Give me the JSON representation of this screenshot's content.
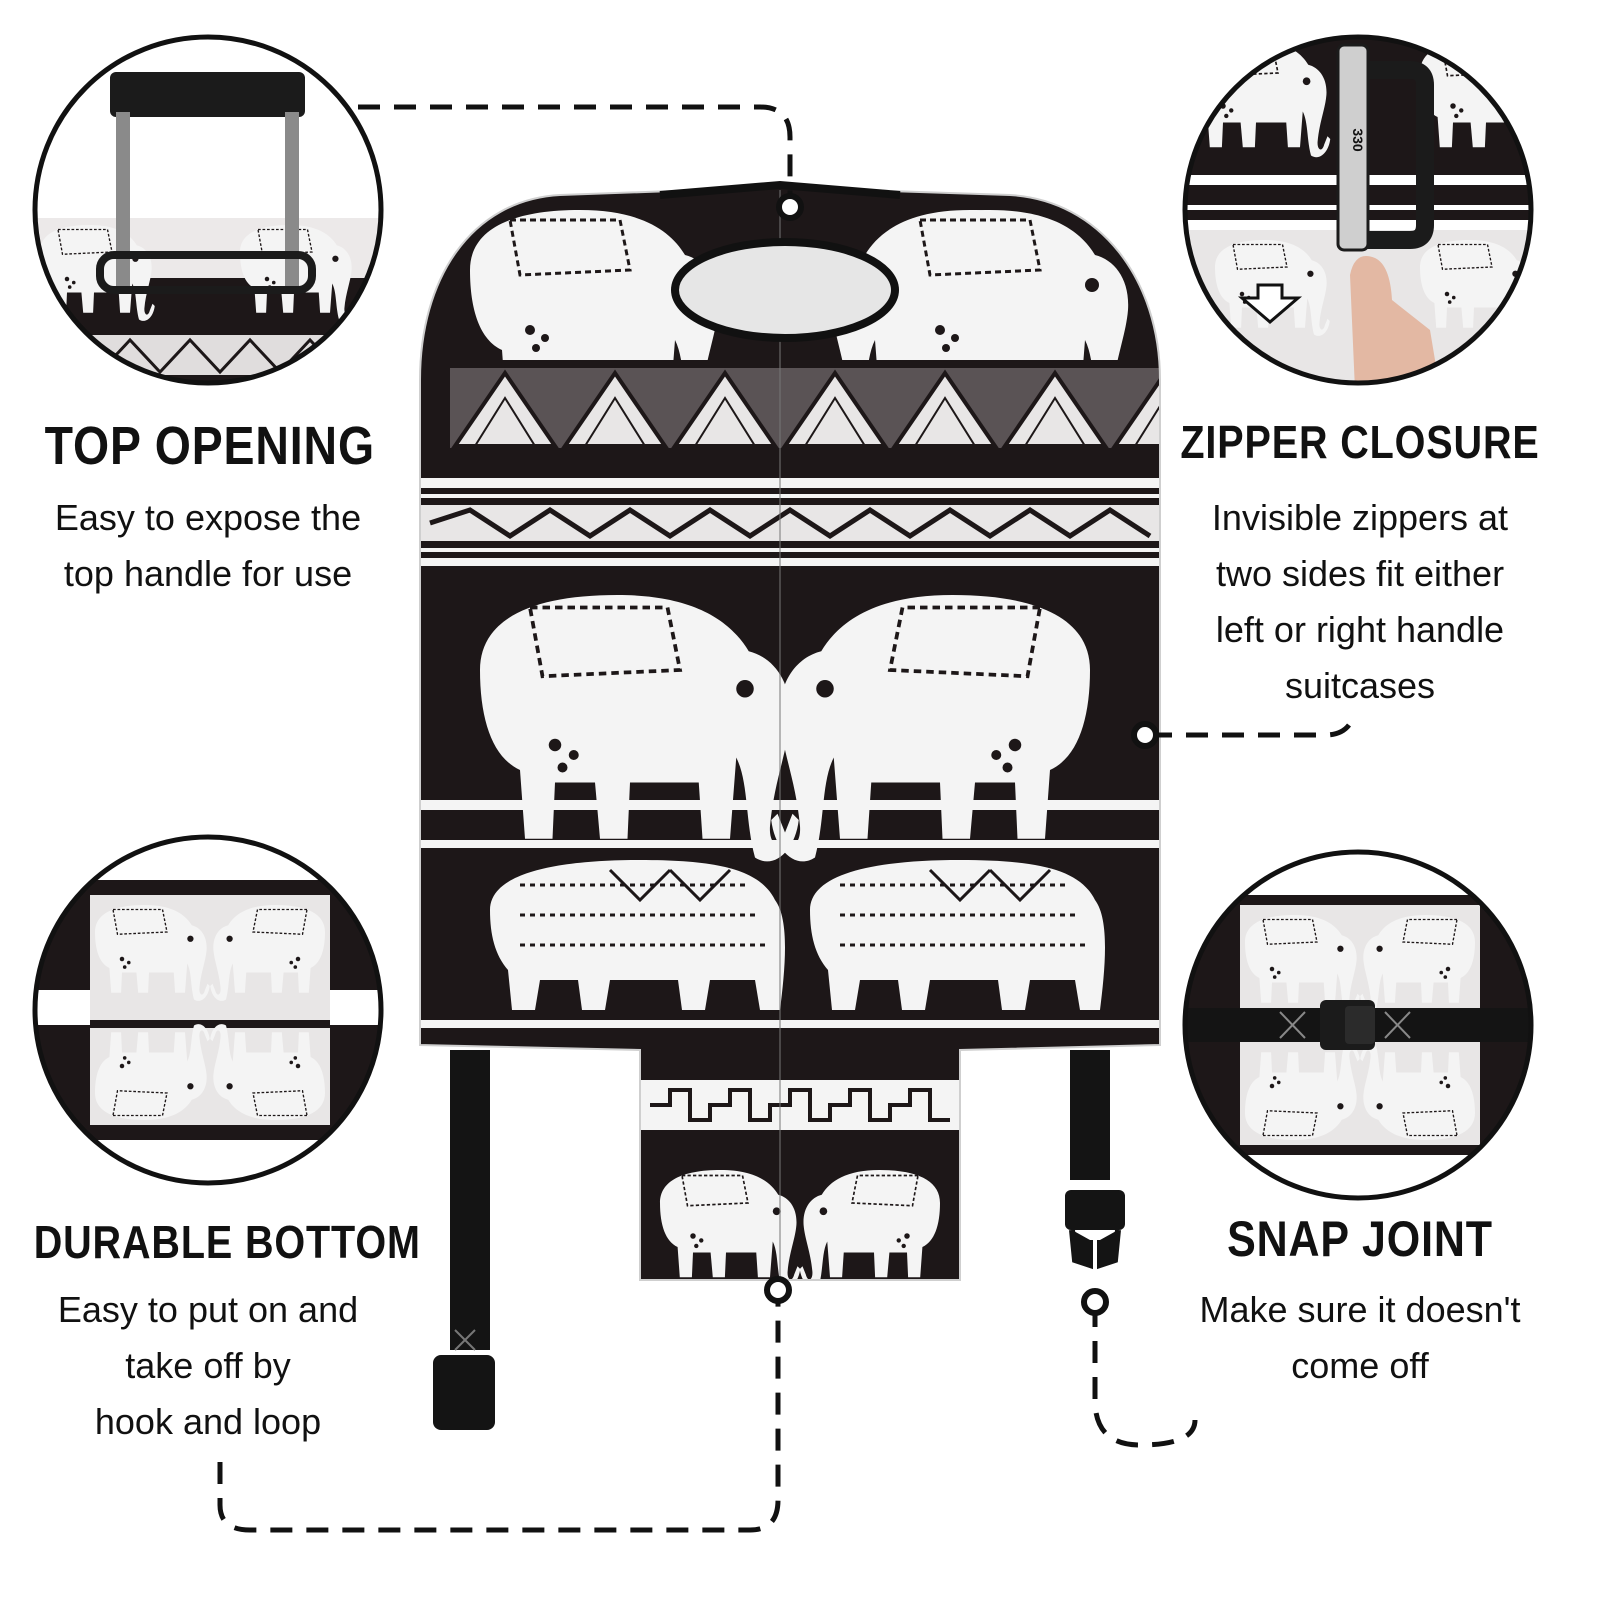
{
  "features": {
    "top_opening": {
      "title": "TOP OPENING",
      "desc_lines": [
        "Easy to expose the",
        "top handle for use"
      ]
    },
    "zipper_closure": {
      "title": "ZIPPER CLOSURE",
      "desc_lines": [
        "Invisible zippers at",
        "two sides fit either",
        "left or right handle",
        "suitcases"
      ]
    },
    "durable_bottom": {
      "title": "DURABLE BOTTOM",
      "desc_lines": [
        "Easy to put on and",
        "take off by",
        "hook and loop"
      ]
    },
    "snap_joint": {
      "title": "SNAP JOINT",
      "desc_lines": [
        "Make sure it doesn't",
        "come off"
      ]
    }
  },
  "colors": {
    "ink": "#111111",
    "fabric_dark": "#1d1718",
    "fabric_light": "#f4f4f4",
    "background": "#ffffff"
  },
  "icons": {
    "lock_dial_code": "330"
  }
}
